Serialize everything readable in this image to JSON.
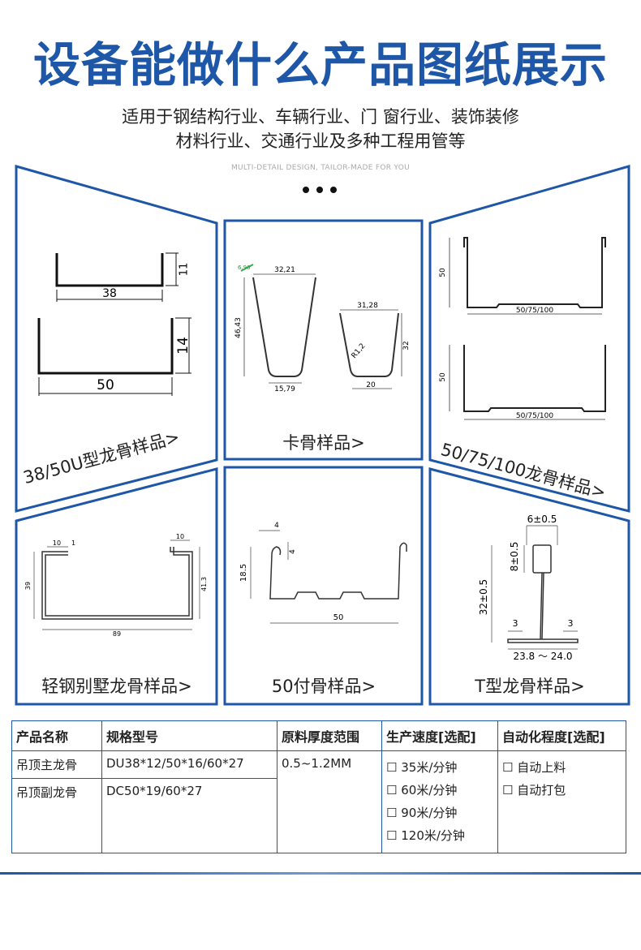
{
  "header": {
    "title": "设备能做什么产品图纸展示",
    "subtitle_line1": "适用于钢结构行业、车辆行业、门 窗行业、装饰装修",
    "subtitle_line2": "材料行业、交通行业及多种工程用管等",
    "tagline": "MULTI-DETAIL DESIGN, TAILOR-MADE FOR YOU"
  },
  "panels": [
    {
      "caption": "38/50U型龙骨样品>",
      "dims": {
        "w1": "38",
        "h1": "11",
        "w2": "50",
        "h2": "14"
      }
    },
    {
      "caption": "卡骨样品>",
      "dims": {
        "angle": "6.90",
        "top": "32,21",
        "height": "46,43",
        "bottom": "15,79",
        "top2": "31,28",
        "radius": "R1,2",
        "h2": "32",
        "bottom2": "20"
      }
    },
    {
      "caption": "50/75/100龙骨样品>",
      "dims": {
        "h1": "50",
        "w1": "50/75/100",
        "h2": "50",
        "w2": "50/75/100"
      }
    },
    {
      "caption": "轻钢别墅龙骨样品>",
      "dims": {
        "lip1": "10",
        "t": "1",
        "lip2": "10",
        "h1": "39",
        "h2": "41.3",
        "w": "89"
      }
    },
    {
      "caption": "50付骨样品>",
      "dims": {
        "a": "4",
        "b": "4",
        "h": "18.5",
        "w": "50"
      }
    },
    {
      "caption": "T型龙骨样品>",
      "dims": {
        "top": "6±0.5",
        "bulb": "8±0.5",
        "h": "32±0.5",
        "f1": "3",
        "f2": "3",
        "w": "23.8 ～ 24.0"
      }
    }
  ],
  "table": {
    "headers": [
      "产品名称",
      "规格型号",
      "原料厚度范围",
      "生产速度[选配]",
      "自动化程度[选配]"
    ],
    "product_names": [
      "吊顶主龙骨",
      "吊顶副龙骨"
    ],
    "specs": [
      "DU38*12/50*16/60*27",
      "DC50*19/60*27"
    ],
    "thickness": "0.5~1.2MM",
    "speeds": [
      "35米/分钟",
      "60米/分钟",
      "90米/分钟",
      "120米/分钟"
    ],
    "automation": [
      "自动上料",
      "自动打包"
    ],
    "checkbox_glyph": "☐"
  },
  "colors": {
    "brand_blue": "#1e57a8",
    "panel_fill": "#ffffff"
  }
}
